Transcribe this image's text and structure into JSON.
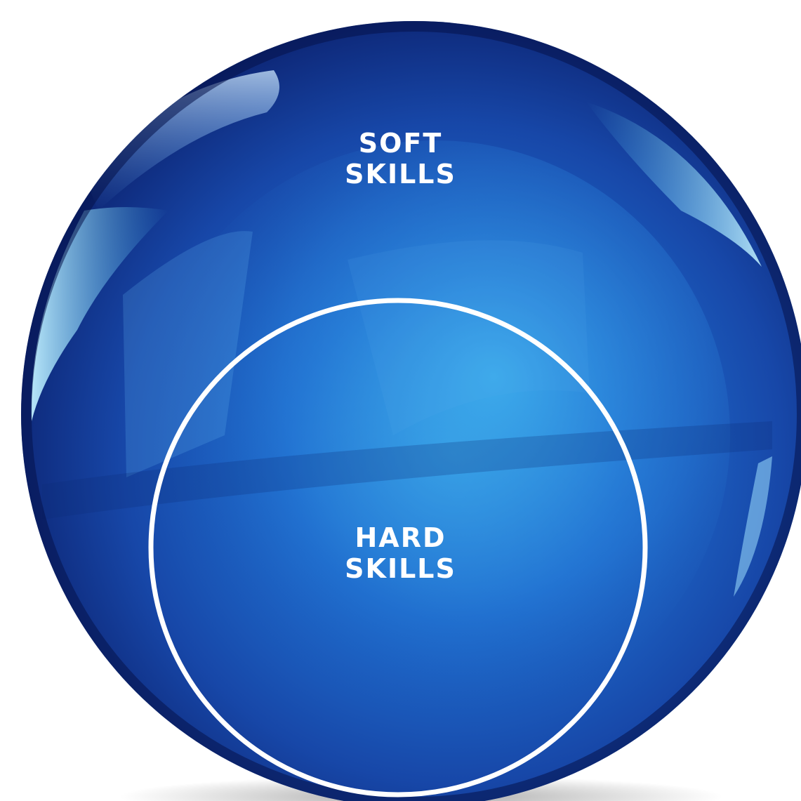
{
  "diagram": {
    "outer_circle": {
      "label_line1": "SOFT",
      "label_line2": "SKILLS"
    },
    "inner_circle": {
      "label_line1": "HARD",
      "label_line2": "SKILLS"
    },
    "colors": {
      "sphere_dark": "#0b1f6b",
      "sphere_mid": "#1f5fc4",
      "sphere_light": "#3aa8e8",
      "inner_ring": "#ffffff",
      "label_text": "#ffffff",
      "background": "#ffffff"
    }
  }
}
